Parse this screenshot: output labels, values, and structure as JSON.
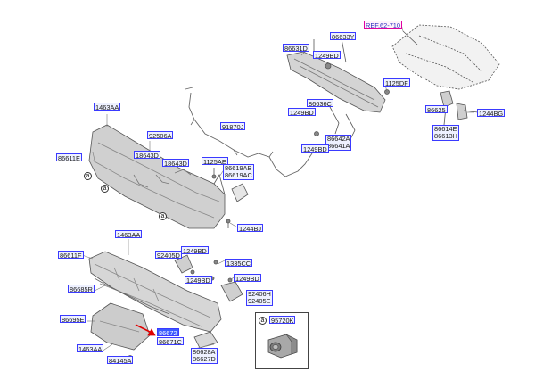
{
  "diagram": {
    "ref_label": "REF.62-710",
    "part_labels": [
      "86633Y",
      "86631D",
      "1249BD",
      "1125DF",
      "86636C",
      "91870J",
      "86625",
      "1244BG",
      "1249BD",
      "86614E",
      "86613H",
      "86642A",
      "86641A",
      "1249BD",
      "1463AA",
      "92506A",
      "86611E",
      "18643D",
      "18643D",
      "1125AE",
      "86619AB",
      "86619AC",
      "1244BJ",
      "1463AA",
      "86611F",
      "92405D",
      "1249BD",
      "1335CC",
      "86685R",
      "1249BD",
      "1249BD",
      "92406H",
      "92405E",
      "86695E",
      "86672",
      "86671C",
      "1463AA",
      "84145A",
      "86628A",
      "86627D",
      "95720K"
    ],
    "callout": "a"
  },
  "colors": {
    "label_border": "#3a3aff",
    "label_fill": "#eef1ff",
    "ref_border": "#e000a0",
    "arrow": "#e00000",
    "part_fill": "#cfcfcf",
    "part_stroke": "#555555"
  }
}
